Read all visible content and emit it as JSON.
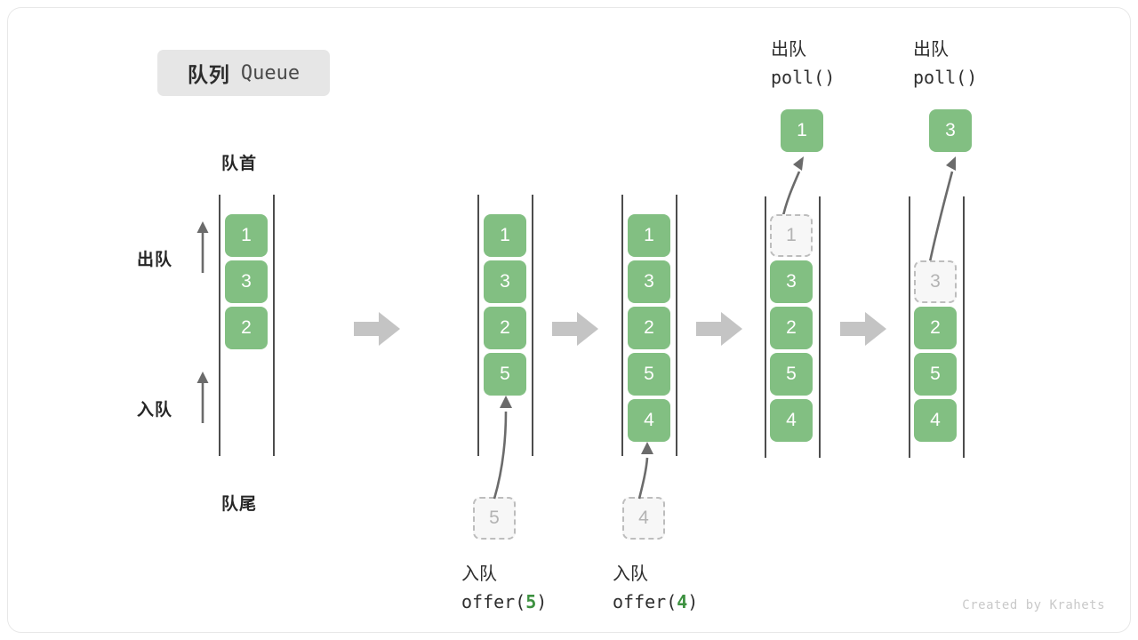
{
  "card": {
    "title_cn": "队列",
    "title_en": "Queue",
    "credit": "Created by Krahets"
  },
  "labels": {
    "front": "队首",
    "back": "队尾",
    "dequeue": "出队",
    "enqueue": "入队"
  },
  "colors": {
    "cell_fill": "#82bf82",
    "cell_text": "#ffffff",
    "ghost_fill": "#f7f7f7",
    "ghost_border": "#bdbdbd",
    "ghost_text": "#b3b3b3",
    "rail": "#4d4d4d",
    "flow_arrow": "#c4c4c4",
    "thin_arrow": "#6b6b6b",
    "badge_bg": "#e6e6e6",
    "accent_green": "#3d9140",
    "text_dark": "#262626",
    "credit_text": "#c9c9c9"
  },
  "stages": [
    {
      "id": "stage-initial",
      "caption_cn": "",
      "caption_code": "",
      "cells": [
        {
          "value": "1",
          "state": "filled"
        },
        {
          "value": "3",
          "state": "filled"
        },
        {
          "value": "2",
          "state": "filled"
        }
      ],
      "incoming": null,
      "outgoing": null
    },
    {
      "id": "stage-offer-5",
      "caption_cn": "入队",
      "caption_code_prefix": "offer(",
      "caption_code_value": "5",
      "caption_code_suffix": ")",
      "cells": [
        {
          "value": "1",
          "state": "filled"
        },
        {
          "value": "3",
          "state": "filled"
        },
        {
          "value": "2",
          "state": "filled"
        },
        {
          "value": "5",
          "state": "filled"
        }
      ],
      "incoming": {
        "value": "5",
        "state": "ghost"
      },
      "outgoing": null
    },
    {
      "id": "stage-offer-4",
      "caption_cn": "入队",
      "caption_code_prefix": "offer(",
      "caption_code_value": "4",
      "caption_code_suffix": ")",
      "cells": [
        {
          "value": "1",
          "state": "filled"
        },
        {
          "value": "3",
          "state": "filled"
        },
        {
          "value": "2",
          "state": "filled"
        },
        {
          "value": "5",
          "state": "filled"
        },
        {
          "value": "4",
          "state": "filled"
        }
      ],
      "incoming": {
        "value": "4",
        "state": "ghost"
      },
      "outgoing": null
    },
    {
      "id": "stage-poll-1",
      "caption_cn": "出队",
      "caption_code_prefix": "poll(",
      "caption_code_value": "",
      "caption_code_suffix": ")",
      "cells": [
        {
          "value": "1",
          "state": "ghost"
        },
        {
          "value": "3",
          "state": "filled"
        },
        {
          "value": "2",
          "state": "filled"
        },
        {
          "value": "5",
          "state": "filled"
        },
        {
          "value": "4",
          "state": "filled"
        }
      ],
      "incoming": null,
      "outgoing": {
        "value": "1",
        "state": "filled"
      }
    },
    {
      "id": "stage-poll-3",
      "caption_cn": "出队",
      "caption_code_prefix": "poll(",
      "caption_code_value": "",
      "caption_code_suffix": ")",
      "cells": [
        {
          "value": "",
          "state": "empty"
        },
        {
          "value": "3",
          "state": "ghost"
        },
        {
          "value": "2",
          "state": "filled"
        },
        {
          "value": "5",
          "state": "filled"
        },
        {
          "value": "4",
          "state": "filled"
        }
      ],
      "incoming": null,
      "outgoing": {
        "value": "3",
        "state": "filled"
      }
    }
  ]
}
